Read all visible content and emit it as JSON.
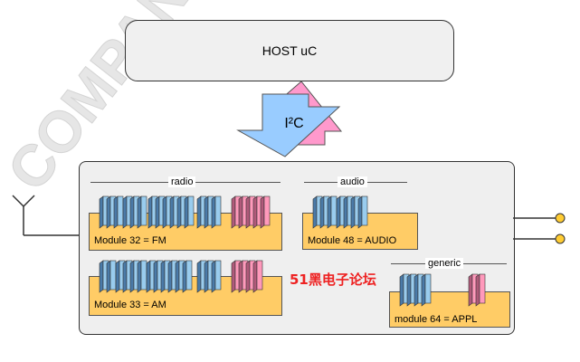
{
  "host": {
    "label": "HOST uC"
  },
  "bus": {
    "label": "I²C"
  },
  "watermark": {
    "text": "COMPANY",
    "site": "51黑电子论坛"
  },
  "groups": {
    "radio": {
      "title": "radio"
    },
    "audio": {
      "title": "audio"
    },
    "generic": {
      "title": "generic"
    }
  },
  "modules": {
    "fm": {
      "label": "Module 32 = FM"
    },
    "am": {
      "label": "Module 33 = AM"
    },
    "audio": {
      "label": "Module 48 = AUDIO"
    },
    "appl": {
      "label": "module 64 = APPL"
    }
  },
  "colors": {
    "host_fill": "#f0f0f0",
    "main_fill": "#efefef",
    "module_fill": "#ffcc66",
    "blue_block": "#99ccee",
    "pink_block": "#ff99bb",
    "arrow_blue": "#99ccff",
    "arrow_pink": "#ff99cc",
    "site_red": "#ee2222"
  }
}
